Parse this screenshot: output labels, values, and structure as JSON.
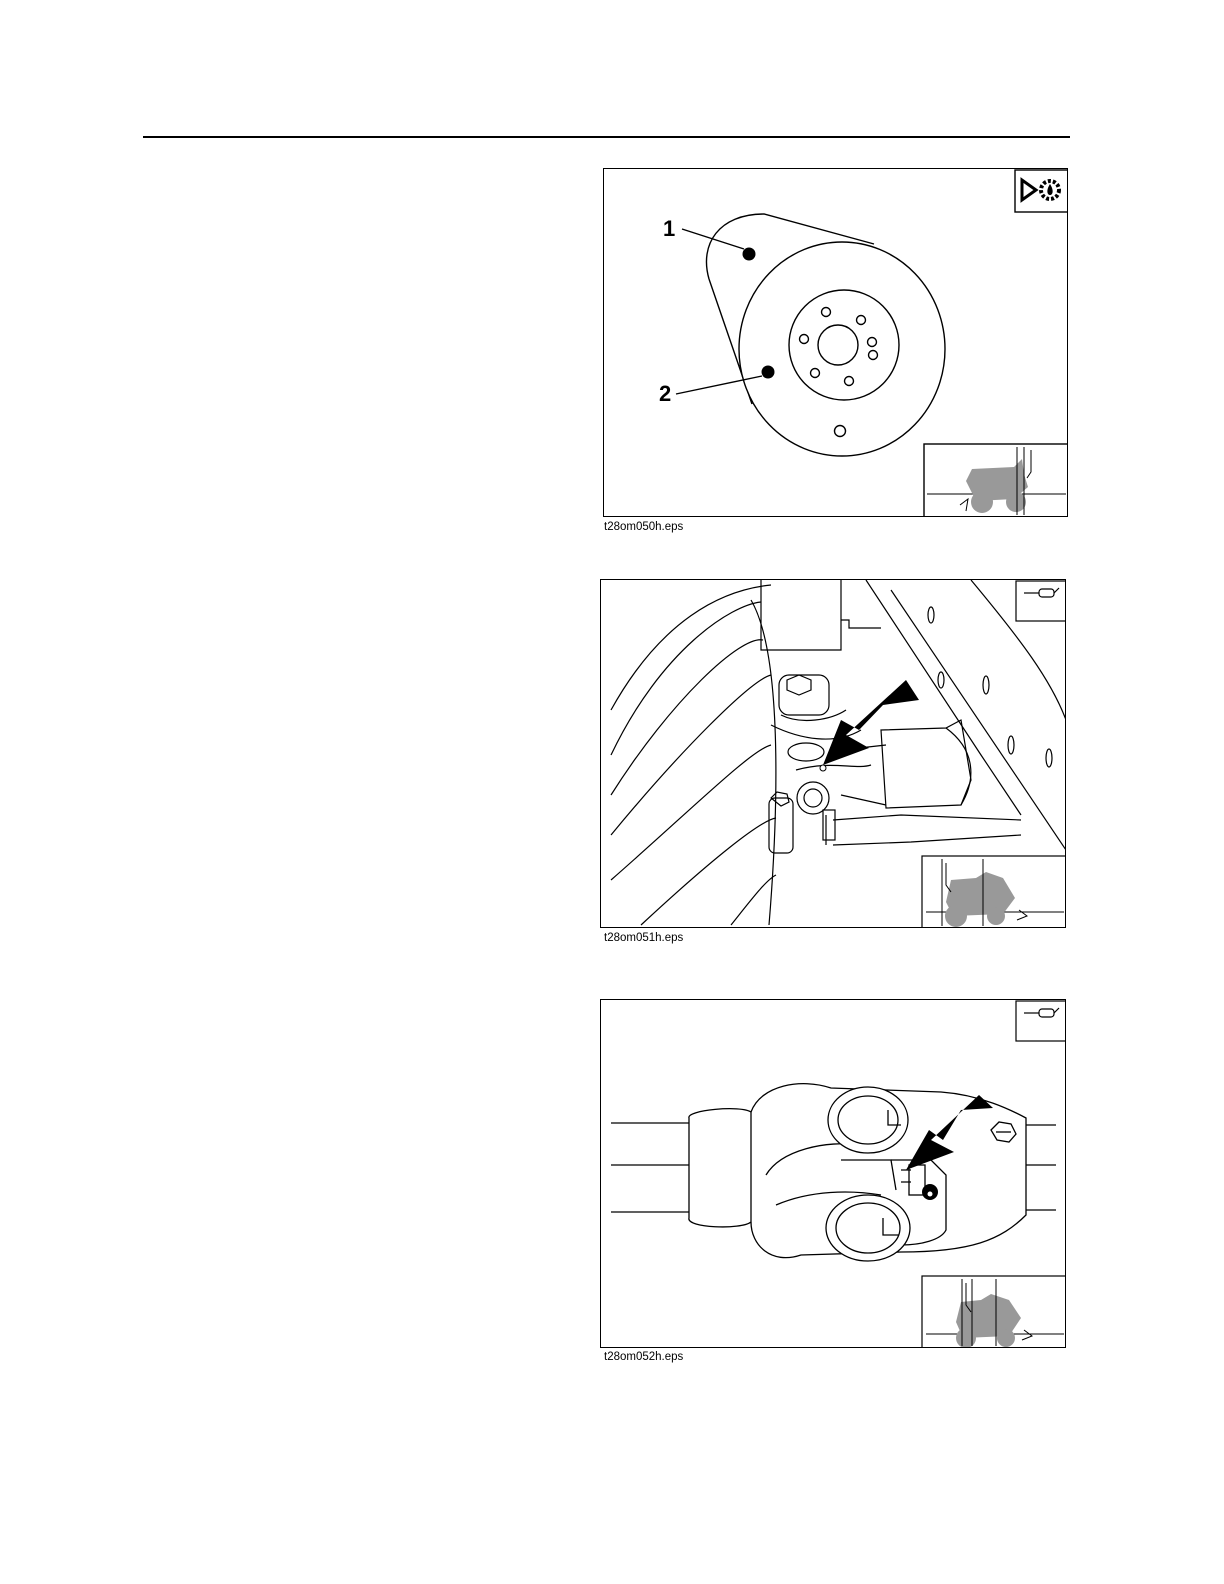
{
  "figures": [
    {
      "caption": "t28om050h.eps",
      "callouts": [
        "1",
        "2"
      ],
      "corner_icon": "service-interval-icon",
      "locator_icon": "tractor-locator-icon"
    },
    {
      "caption": "t28om051h.eps",
      "corner_icon": "grease-gun-icon",
      "locator_icon": "tractor-locator-icon"
    },
    {
      "caption": "t28om052h.eps",
      "corner_icon": "grease-gun-icon",
      "locator_icon": "tractor-locator-icon"
    }
  ]
}
